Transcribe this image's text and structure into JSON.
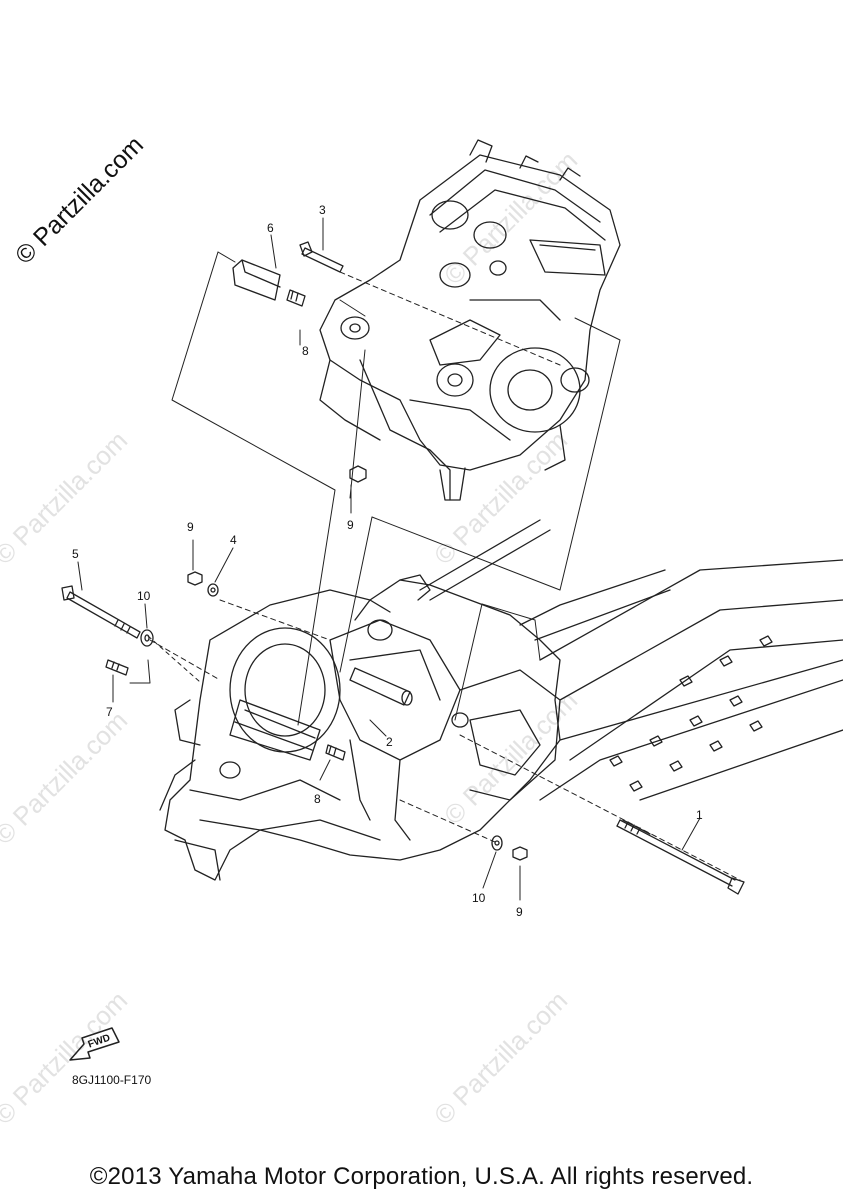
{
  "watermark": {
    "main": "© Partzilla.com",
    "faint": "© Partzilla.com"
  },
  "callouts": {
    "c1": "1",
    "c2": "2",
    "c3": "3",
    "c4": "4",
    "c5": "5",
    "c6": "6",
    "c7": "7",
    "c8a": "8",
    "c8b": "8",
    "c9a": "9",
    "c9b": "9",
    "c9c": "9",
    "c10a": "10",
    "c10b": "10"
  },
  "fwd_label": "FWD",
  "diagram_code": "8GJ1100-F170",
  "copyright": "©2013 Yamaha Motor Corporation, U.S.A. All rights reserved."
}
